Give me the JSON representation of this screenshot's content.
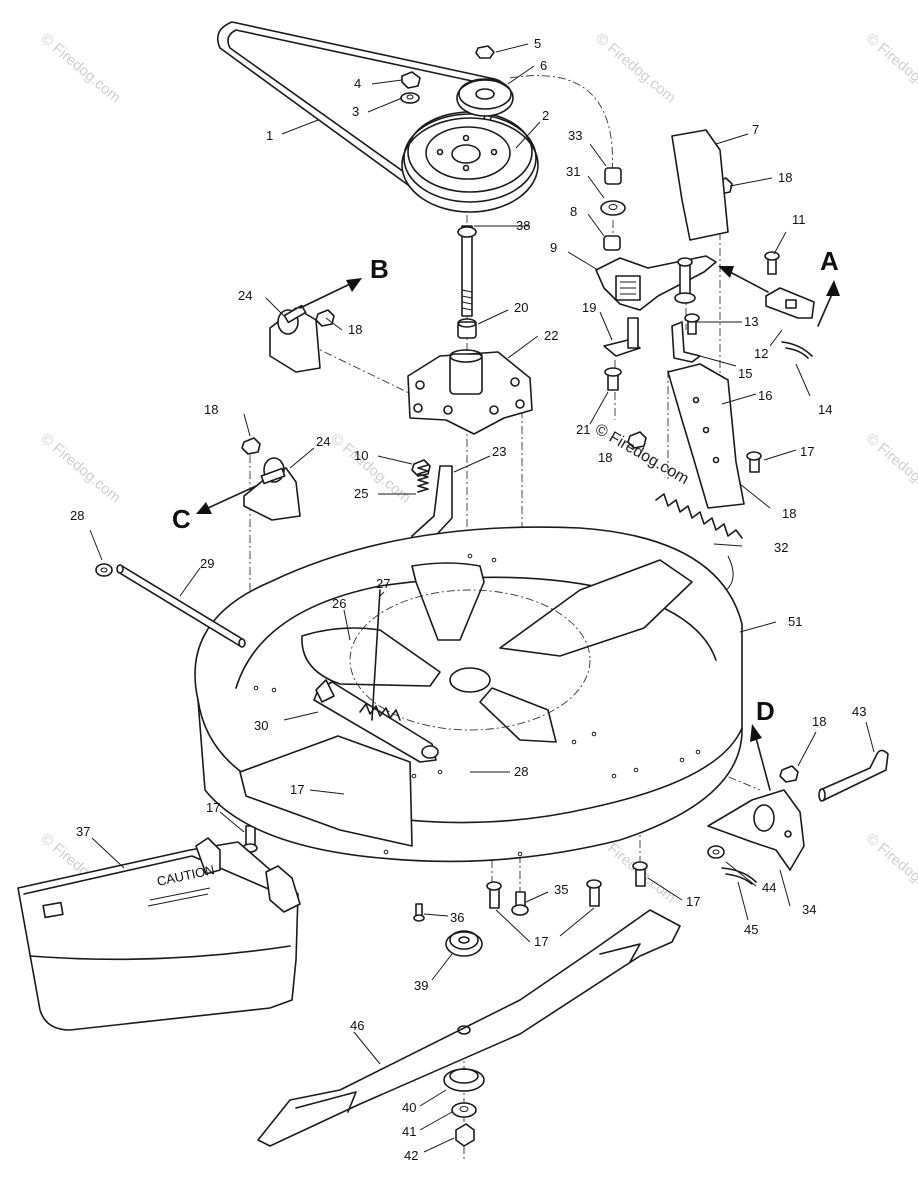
{
  "diagram": {
    "watermark": "© Firedog.com",
    "callouts": [
      "1",
      "2",
      "3",
      "4",
      "5",
      "6",
      "7",
      "8",
      "9",
      "10",
      "11",
      "12",
      "13",
      "14",
      "15",
      "16",
      "17",
      "18",
      "19",
      "20",
      "21",
      "22",
      "23",
      "24",
      "25",
      "26",
      "27",
      "28",
      "29",
      "30",
      "31",
      "32",
      "33",
      "34",
      "35",
      "36",
      "37",
      "38",
      "39",
      "40",
      "41",
      "42",
      "43",
      "44",
      "45",
      "46",
      "51"
    ],
    "view_letters": [
      "A",
      "B",
      "C",
      "D"
    ],
    "chute_text": "CAUTION"
  }
}
